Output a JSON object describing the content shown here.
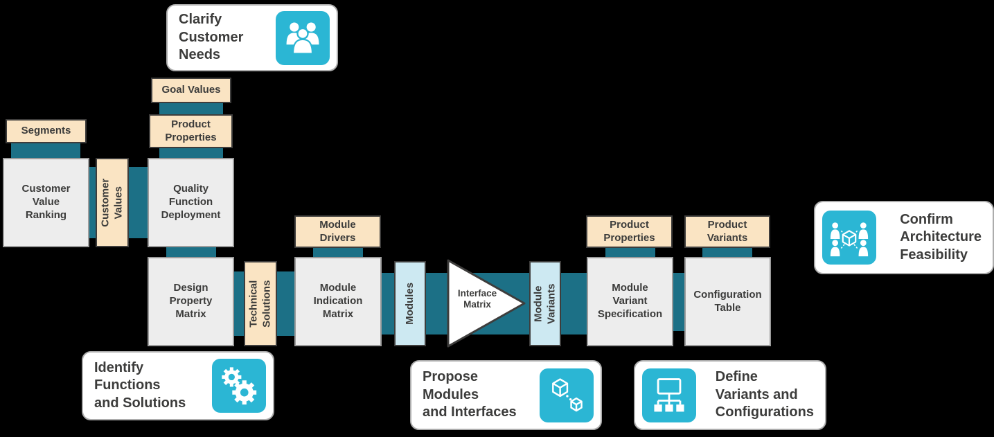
{
  "diagram_title": "Modular product development process flow",
  "colors": {
    "background": "#000000",
    "connector_teal": "#1C7086",
    "icon_teal": "#2BB6D4",
    "tan_box": "#FAE4C3",
    "gray_box": "#EDEDED",
    "light_blue_box": "#CDE9F2",
    "callout_bg": "#FFFFFF",
    "text": "#3C3C3B"
  },
  "boxes": {
    "segments": "Segments",
    "goal_values": "Goal Values",
    "product_properties_qfd": "Product\nProperties",
    "customer_value_ranking": "Customer\nValue\nRanking",
    "customer_values": "Customer\nValues",
    "quality_function_deployment": "Quality\nFunction\nDeployment",
    "design_property_matrix": "Design\nProperty\nMatrix",
    "technical_solutions": "Technical\nSolutions",
    "module_drivers": "Module\nDrivers",
    "module_indication_matrix": "Module\nIndication\nMatrix",
    "modules": "Modules",
    "interface_matrix": "Interface\nMatrix",
    "module_variants": "Module\nVariants",
    "module_variant_specification": "Module\nVariant\nSpecification",
    "product_properties_spec": "Product\nProperties",
    "product_variants": "Product\nVariants",
    "configuration_table": "Configuration\nTable"
  },
  "callouts": {
    "clarify_customer_needs": {
      "label": "Clarify\nCustomer\nNeeds",
      "icon": "people-group-icon"
    },
    "identify_functions_and_solutions": {
      "label": "Identify\nFunctions\nand Solutions",
      "icon": "gears-icon"
    },
    "propose_modules_and_interfaces": {
      "label": "Propose\nModules\nand Interfaces",
      "icon": "cubes-icon"
    },
    "define_variants_and_configurations": {
      "label": "Define\nVariants and\nConfigurations",
      "icon": "variant-tree-icon"
    },
    "confirm_architecture_feasibility": {
      "label": "Confirm\nArchitecture\nFeasibility",
      "icon": "architecture-review-icon"
    }
  }
}
